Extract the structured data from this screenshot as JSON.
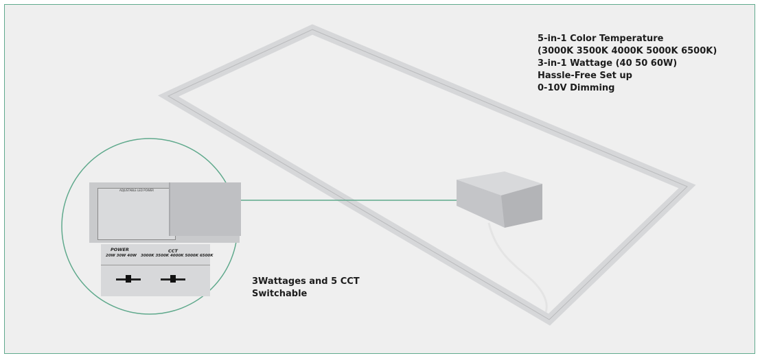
{
  "features": [
    "5-in-1 Color Temperature",
    "(3000K 3500K 4000K 5000K 6500K)",
    "3-in-1 Wattage (40 50 60W)",
    "Hassle-Free Set up",
    "0-10V Dimming"
  ],
  "caption": [
    "3Wattages and 5 CCT",
    "Switchable"
  ],
  "driver_label": "ADJUSTABLE LED POWER",
  "switch_panel": {
    "power_label": "POWER",
    "power_options": "20W 30W 40W",
    "cct_label": "CCT",
    "cct_options": "3000K 3500K 4000K 5000K 6500K"
  },
  "colors": {
    "accent": "#5fa98c",
    "background": "#efefef"
  }
}
